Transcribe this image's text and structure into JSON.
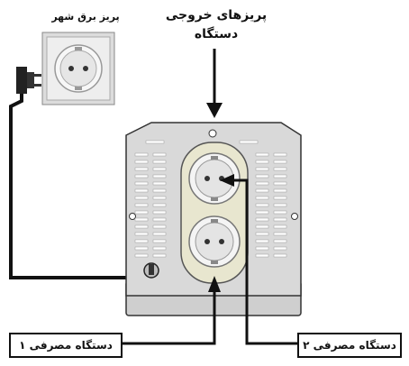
{
  "labels": {
    "wall_socket": "پریز برق شهر",
    "output_sockets_line1": "پریزهای خروجی",
    "output_sockets_line2": "دستگاه",
    "device_1": "دستگاه مصرفی ۱",
    "device_2": "دستگاه مصرفی ۲"
  },
  "colors": {
    "device_body": "#d9d9d9",
    "device_base": "#cfcfcf",
    "socket_panel": "#e8e6cf",
    "socket_face": "#ececec",
    "cable": "#111111"
  }
}
